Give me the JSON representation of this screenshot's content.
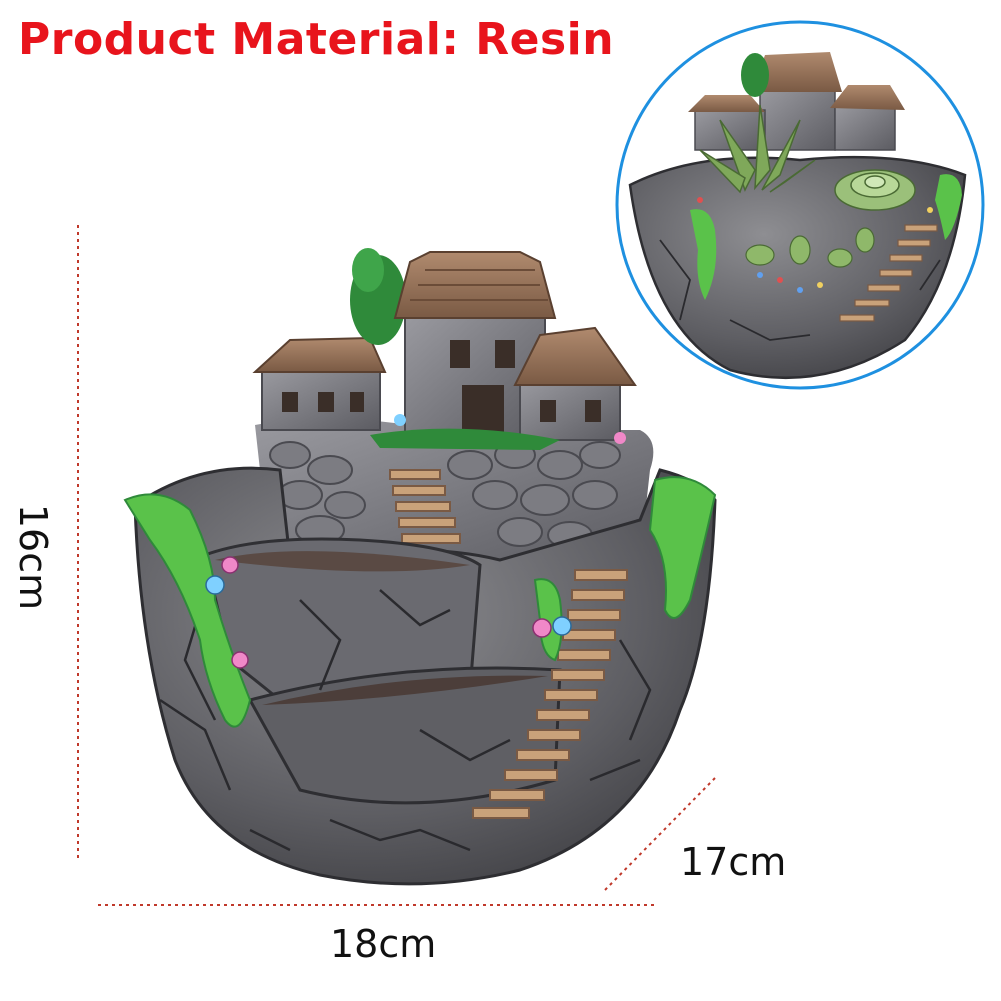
{
  "title": "Product Material: Resin",
  "dimensions": {
    "height": "16cm",
    "width": "18cm",
    "depth": "17cm"
  },
  "colors": {
    "title": "#e8141c",
    "dimension_line": "#c0392b",
    "inset_ring": "#1e90e0"
  },
  "product": {
    "subject": "fairy-garden-house-planter-pot",
    "inset": "planter-with-succulents-inset"
  }
}
